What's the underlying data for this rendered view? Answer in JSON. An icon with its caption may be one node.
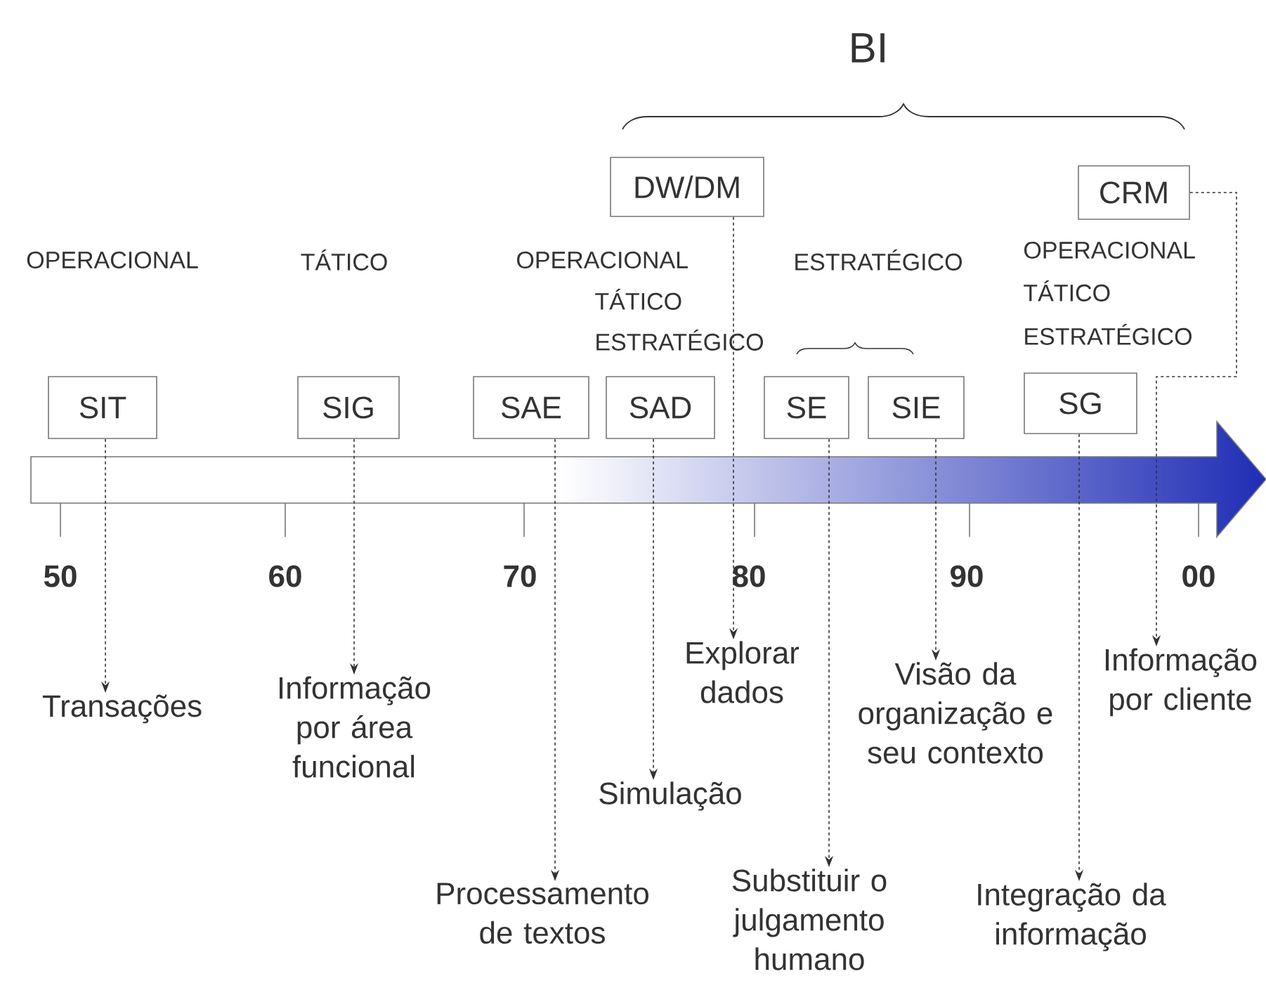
{
  "diagram": {
    "nodes": [
      {
        "text": [
          "DW/DM"
        ]
      },
      {
        "text": [
          "CRM"
        ]
      },
      {
        "text": [
          "SIT"
        ]
      },
      {
        "text": [
          "SIG"
        ]
      },
      {
        "text": [
          "SAE"
        ]
      },
      {
        "text": [
          "SAD"
        ]
      },
      {
        "text": [
          "SE"
        ]
      },
      {
        "text": [
          "SIE"
        ]
      },
      {
        "text": [
          "SG"
        ]
      },
      {
        "text": [
          "Transações"
        ]
      },
      {
        "text": [
          "Informação por área funcional"
        ]
      },
      {
        "text": [
          "Explorar dados"
        ]
      },
      {
        "text": [
          "Visão da organização e seu contexto"
        ]
      },
      {
        "text": [
          "Informação por cliente"
        ]
      },
      {
        "text": [
          "Simulação"
        ]
      },
      {
        "text": [
          "Processamento de textos"
        ]
      },
      {
        "text": [
          "Substituir o julgamento humano"
        ]
      },
      {
        "text": [
          "Integração da informação"
        ]
      }
    ],
    "edges": [
      {
        "from": 0,
        "to": 11,
        "arrow": "to",
        "style": "dashed"
      },
      {
        "from": 1,
        "to": 13,
        "arrow": "to",
        "style": "dashed"
      },
      {
        "from": 2,
        "to": 9,
        "arrow": "to",
        "style": "dashed"
      },
      {
        "from": 3,
        "to": 10,
        "arrow": "to",
        "style": "dashed"
      },
      {
        "from": 4,
        "to": 15,
        "arrow": "to",
        "style": "dashed"
      },
      {
        "from": 5,
        "to": 14,
        "arrow": "to",
        "style": "dashed"
      },
      {
        "from": 6,
        "to": 16,
        "arrow": "to",
        "style": "dashed"
      },
      {
        "from": 7,
        "to": 12,
        "arrow": "to",
        "style": "dashed"
      },
      {
        "from": 8,
        "to": 17,
        "arrow": "to",
        "style": "dashed"
      }
    ],
    "labels": [
      "BI",
      "OPERACIONAL",
      "TÁTICO",
      "OPERACIONAL",
      "ESTRATÉGICO",
      "OPERACIONAL",
      "TÁTICO",
      "TÁTICO",
      "ESTRATÉGICO",
      "ESTRATÉGICO",
      "50",
      "60",
      "70",
      "80",
      "90",
      "00"
    ]
  }
}
